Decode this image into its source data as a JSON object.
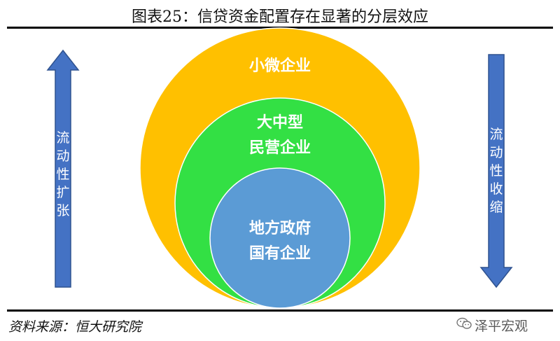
{
  "title": "图表25：信贷资金配置存在显著的分层效应",
  "source": "资料来源：恒大研究院",
  "watermark": "泽平宏观",
  "left_arrow": {
    "label": "流动性扩张",
    "direction": "up"
  },
  "right_arrow": {
    "label": "流动性收缩",
    "direction": "down"
  },
  "layers": [
    {
      "lines": [
        "小微企业"
      ],
      "color": "#FFC000"
    },
    {
      "lines": [
        "大中型",
        "民营企业"
      ],
      "color": "#33E044"
    },
    {
      "lines": [
        "地方政府",
        "国有企业"
      ],
      "color": "#5B9BD5"
    }
  ],
  "colors": {
    "arrow": "#4472C4",
    "rule": "#000000"
  }
}
